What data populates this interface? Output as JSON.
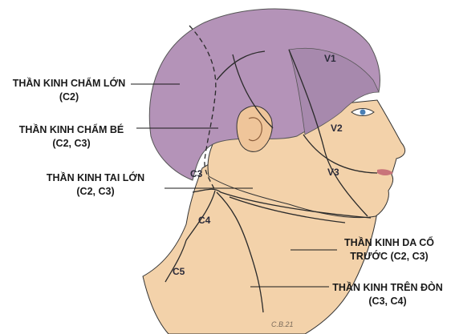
{
  "labels": {
    "greater_occipital": {
      "name": "THẦN KINH CHẨM LỚN",
      "roots": "(C2)"
    },
    "lesser_occipital": {
      "name": "THẦN KINH CHẨM BÉ",
      "roots": "(C2, C3)"
    },
    "great_auricular": {
      "name": "THẦN KINH TAI LỚN",
      "roots": "(C2, C3)"
    },
    "transverse_cervical_line1": "THẦN KINH DA CỔ",
    "transverse_cervical_line2": "TRƯỚC (C2, C3)",
    "supraclavicular": {
      "name": "THẦN KINH TRÊN ĐÒN",
      "roots": "(C3, C4)"
    }
  },
  "zones": {
    "v1": "V1",
    "v2": "V2",
    "v3": "V3",
    "c3": "C3",
    "c4": "C4",
    "c5": "C5"
  },
  "signature": "C.B.21",
  "colors": {
    "skin": "#f2cfa5",
    "scalp": "#b493b8",
    "outline": "#2a2a2a"
  }
}
